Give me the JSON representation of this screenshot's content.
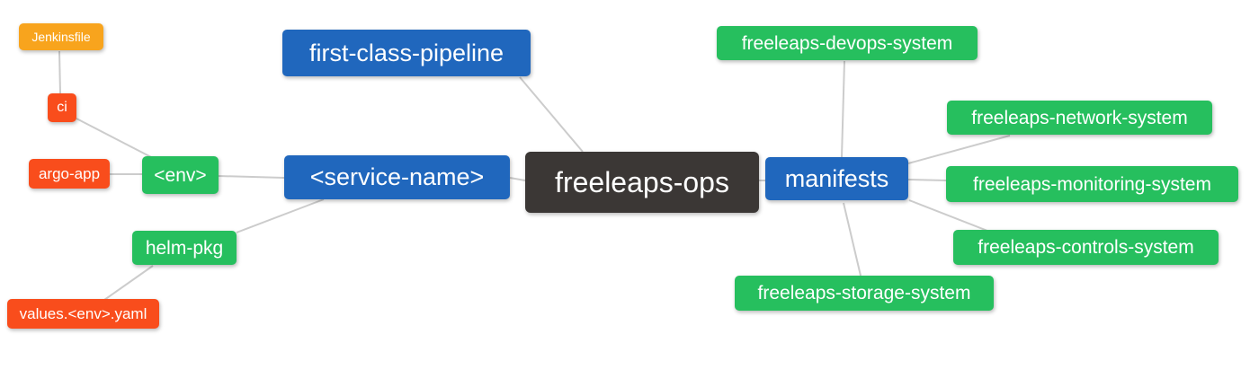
{
  "diagram": {
    "type": "mindmap",
    "root_label": "freeleaps-ops",
    "palette": {
      "root": "#3B3735",
      "branch": "#2067BD",
      "leaf3": "#26BF5E",
      "leaf4": "#F94D1C",
      "leaf5": "#F8A41D",
      "connector": "#CCCCCC",
      "text": "#FFFFFF"
    },
    "nodes": {
      "freeleaps_ops": {
        "label": "freeleaps-ops",
        "level": "root"
      },
      "first_class_pipeline": {
        "label": "first-class-pipeline",
        "level": "branch"
      },
      "service_name": {
        "label": "<service-name>",
        "level": "branch"
      },
      "manifests": {
        "label": "manifests",
        "level": "branch"
      },
      "env": {
        "label": "<env>",
        "level": "leaf3"
      },
      "helm_pkg": {
        "label": "helm-pkg",
        "level": "leaf3"
      },
      "ci": {
        "label": "ci",
        "level": "leaf4"
      },
      "argo_app": {
        "label": "argo-app",
        "level": "leaf4"
      },
      "values_env_yaml": {
        "label": "values.<env>.yaml",
        "level": "leaf4"
      },
      "jenkinsfile": {
        "label": "Jenkinsfile",
        "level": "leaf5"
      },
      "devops_system": {
        "label": "freeleaps-devops-system",
        "level": "leaf3"
      },
      "network_system": {
        "label": "freeleaps-network-system",
        "level": "leaf3"
      },
      "monitoring_system": {
        "label": "freeleaps-monitoring-system",
        "level": "leaf3"
      },
      "controls_system": {
        "label": "freeleaps-controls-system",
        "level": "leaf3"
      },
      "storage_system": {
        "label": "freeleaps-storage-system",
        "level": "leaf3"
      }
    },
    "edges": [
      {
        "from": "freeleaps_ops",
        "to": "first_class_pipeline"
      },
      {
        "from": "freeleaps_ops",
        "to": "service_name"
      },
      {
        "from": "freeleaps_ops",
        "to": "manifests"
      },
      {
        "from": "service_name",
        "to": "env"
      },
      {
        "from": "service_name",
        "to": "helm_pkg"
      },
      {
        "from": "env",
        "to": "ci"
      },
      {
        "from": "env",
        "to": "argo_app"
      },
      {
        "from": "ci",
        "to": "jenkinsfile"
      },
      {
        "from": "helm_pkg",
        "to": "values_env_yaml"
      },
      {
        "from": "manifests",
        "to": "devops_system"
      },
      {
        "from": "manifests",
        "to": "network_system"
      },
      {
        "from": "manifests",
        "to": "monitoring_system"
      },
      {
        "from": "manifests",
        "to": "controls_system"
      },
      {
        "from": "manifests",
        "to": "storage_system"
      }
    ]
  }
}
